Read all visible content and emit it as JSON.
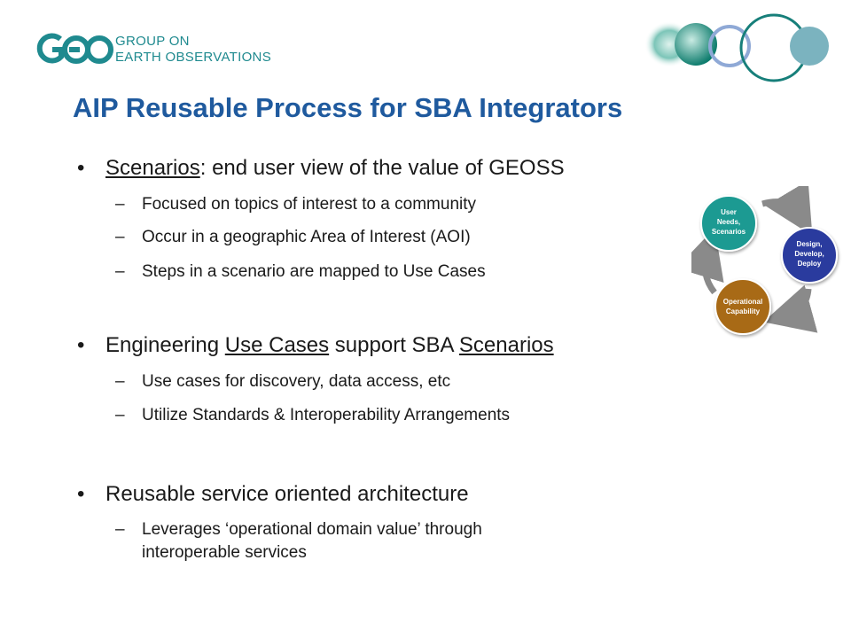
{
  "header": {
    "logo_mark": "GEO",
    "logo_line1": "GROUP ON",
    "logo_line2": "EARTH OBSERVATIONS"
  },
  "title": "AIP Reusable Process for SBA Integrators",
  "bullets": [
    {
      "prefix": "",
      "underlined": "Scenarios",
      "suffix": ": end user view of the value of GEOSS",
      "subs": [
        "Focused on topics of interest to a community",
        "Occur in a geographic Area of Interest (AOI)",
        "Steps in a scenario are mapped to Use Cases"
      ]
    },
    {
      "prefix": "Engineering ",
      "underlined": "Use Cases",
      "mid": " support SBA ",
      "underlined2": "Scenarios",
      "subs": [
        "Use cases for discovery, data access, etc",
        "Utilize Standards & Interoperability Arrangements"
      ]
    },
    {
      "text": "Reusable service oriented architecture",
      "subs": [
        {
          "line1": "Leverages ‘operational domain value’ through",
          "line2": "interoperable services"
        }
      ]
    }
  ],
  "cycle": {
    "nodes": [
      {
        "lines": [
          "User",
          "Needs,",
          "Scenarios"
        ],
        "color": "#1a9a92"
      },
      {
        "lines": [
          "Design,",
          "Develop,",
          "Deploy"
        ],
        "color": "#2c3a9e"
      },
      {
        "lines": [
          "Operational",
          "Capability"
        ],
        "color": "#a86a12"
      }
    ],
    "arrow_color": "#8a8a8a"
  },
  "colors": {
    "title": "#1f5a9e",
    "logo": "#1f8a8f"
  }
}
